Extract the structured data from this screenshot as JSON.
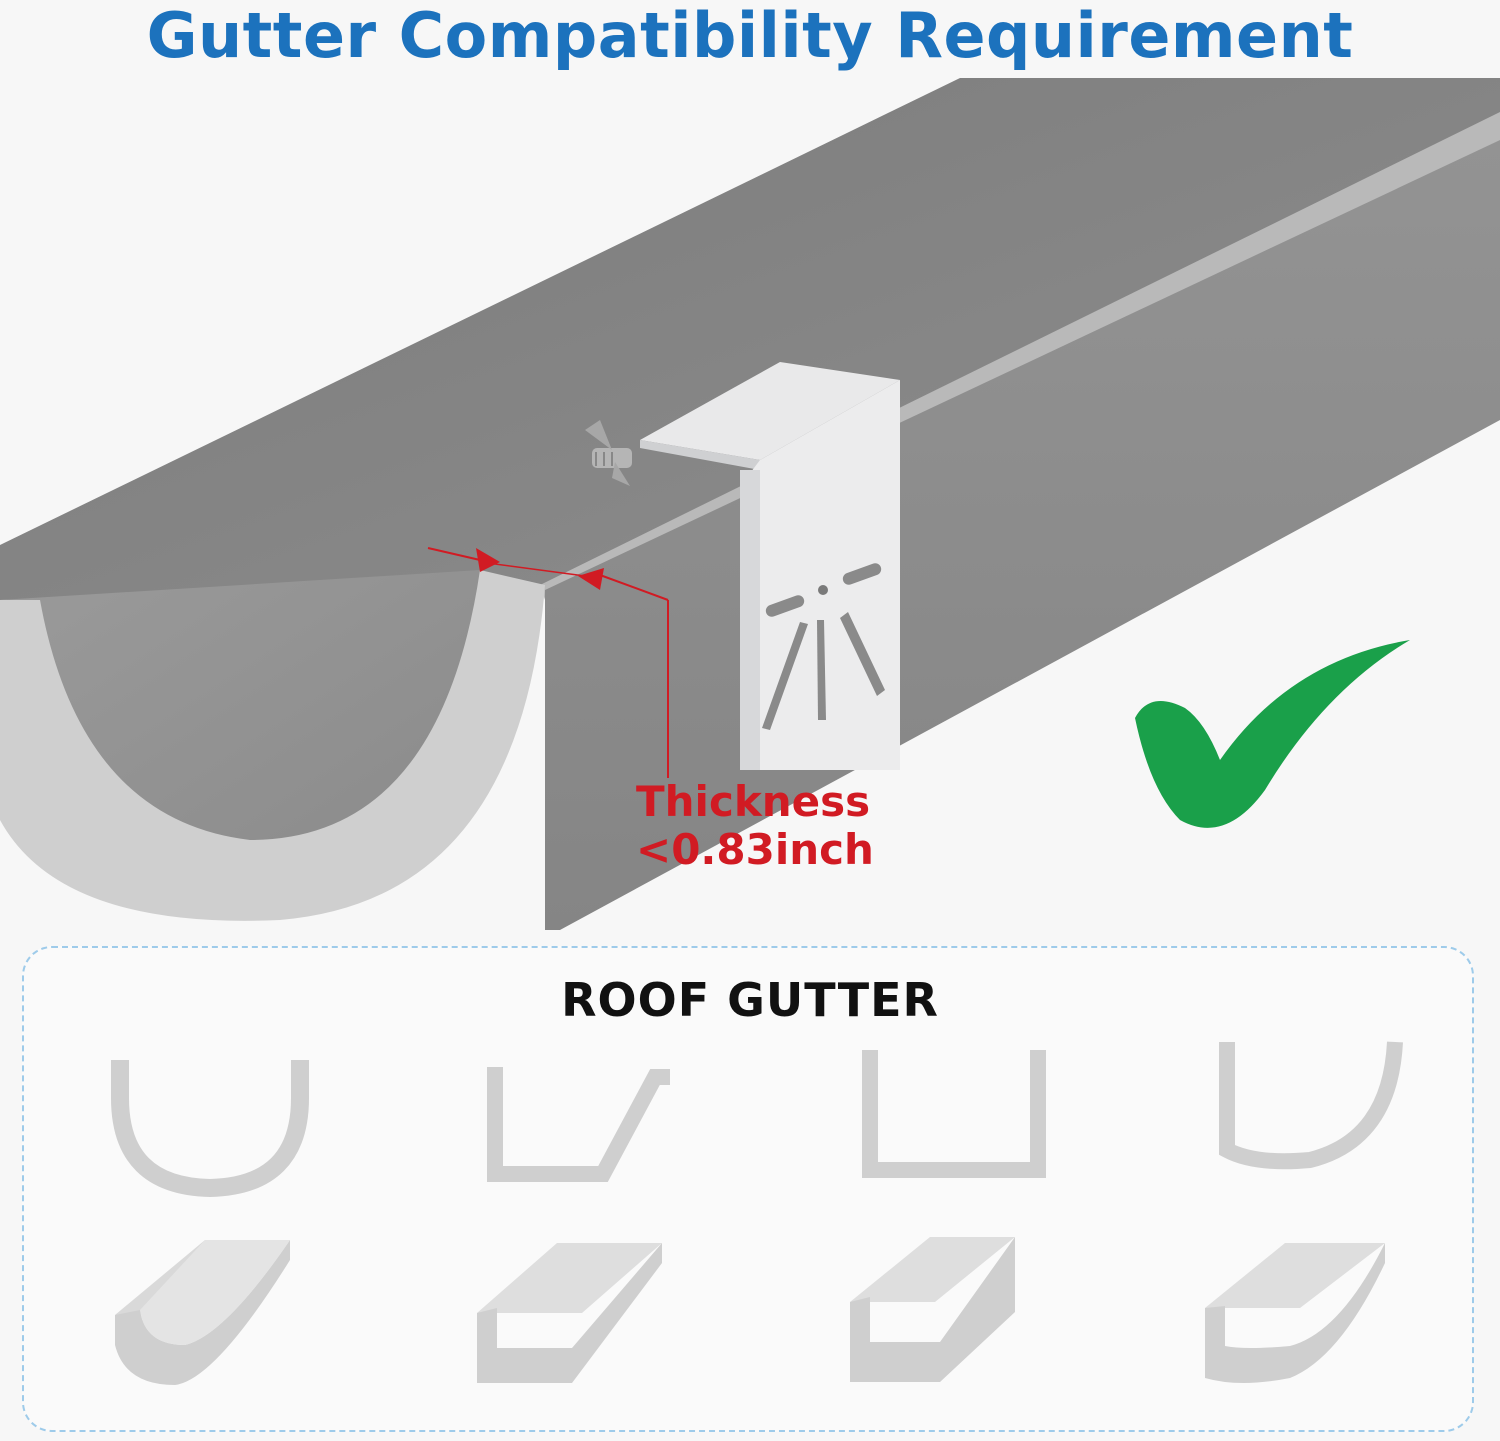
{
  "title": "Gutter Compatibility Requirement",
  "measurement": {
    "label": "Thickness",
    "value": "<0.83inch"
  },
  "panel": {
    "title": "ROOF GUTTER",
    "profiles": [
      "half-round",
      "k-style",
      "box",
      "curved"
    ]
  },
  "colors": {
    "title": "#1c72bd",
    "measurement": "#d11b23",
    "check": "#1aa04a",
    "gutter": "#8d8d8d",
    "panel_border": "#9ecbea"
  },
  "icons": {
    "check": "check-mark-icon"
  }
}
